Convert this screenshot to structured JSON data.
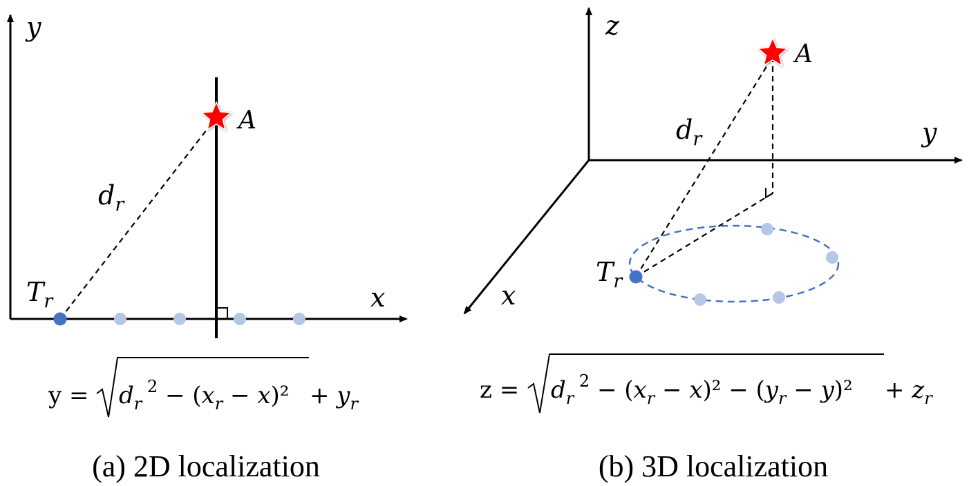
{
  "panel_a": {
    "axis_y": "y",
    "axis_x": "x",
    "point_label": "A",
    "distance_label": "d",
    "distance_sub": "r",
    "anchor_label": "T",
    "anchor_sub": "r",
    "equation": {
      "lhs": "y =",
      "radical": [
        {
          "t": "d",
          "s": "i"
        },
        {
          "t": "r",
          "s": "sub"
        },
        {
          "t": " 2",
          "s": "sup"
        },
        {
          "t": " − (",
          "s": "n"
        },
        {
          "t": "x",
          "s": "i"
        },
        {
          "t": "r",
          "s": "sub"
        },
        {
          "t": " − ",
          "s": "n"
        },
        {
          "t": "x",
          "s": "i"
        },
        {
          "t": ")²",
          "s": "n"
        }
      ],
      "tail": [
        {
          "t": " + ",
          "s": "n"
        },
        {
          "t": "y",
          "s": "i"
        },
        {
          "t": "r",
          "s": "sub"
        }
      ]
    },
    "caption": "(a)  2D localization"
  },
  "panel_b": {
    "axis_z": "z",
    "axis_y": "y",
    "axis_x": "x",
    "point_label": "A",
    "distance_label": "d",
    "distance_sub": "r",
    "anchor_label": "T",
    "anchor_sub": "r",
    "equation": {
      "lhs": "z =",
      "radical": [
        {
          "t": "d",
          "s": "i"
        },
        {
          "t": "r",
          "s": "sub"
        },
        {
          "t": " 2",
          "s": "sup"
        },
        {
          "t": " − (",
          "s": "n"
        },
        {
          "t": "x",
          "s": "i"
        },
        {
          "t": "r",
          "s": "sub"
        },
        {
          "t": " − ",
          "s": "n"
        },
        {
          "t": "x",
          "s": "i"
        },
        {
          "t": ")² − (",
          "s": "n"
        },
        {
          "t": "y",
          "s": "i"
        },
        {
          "t": "r",
          "s": "sub"
        },
        {
          "t": " − ",
          "s": "n"
        },
        {
          "t": "y",
          "s": "i"
        },
        {
          "t": ")²",
          "s": "n"
        }
      ],
      "tail": [
        {
          "t": " + ",
          "s": "n"
        },
        {
          "t": "z",
          "s": "i"
        },
        {
          "t": "r",
          "s": "sub"
        }
      ]
    },
    "caption": "(b)  3D localization"
  },
  "colors": {
    "star": "#FF0000",
    "anchor_dot": "#4472C4",
    "candidate_dot": "#B4C7E7",
    "ellipse": "#4472C4"
  }
}
